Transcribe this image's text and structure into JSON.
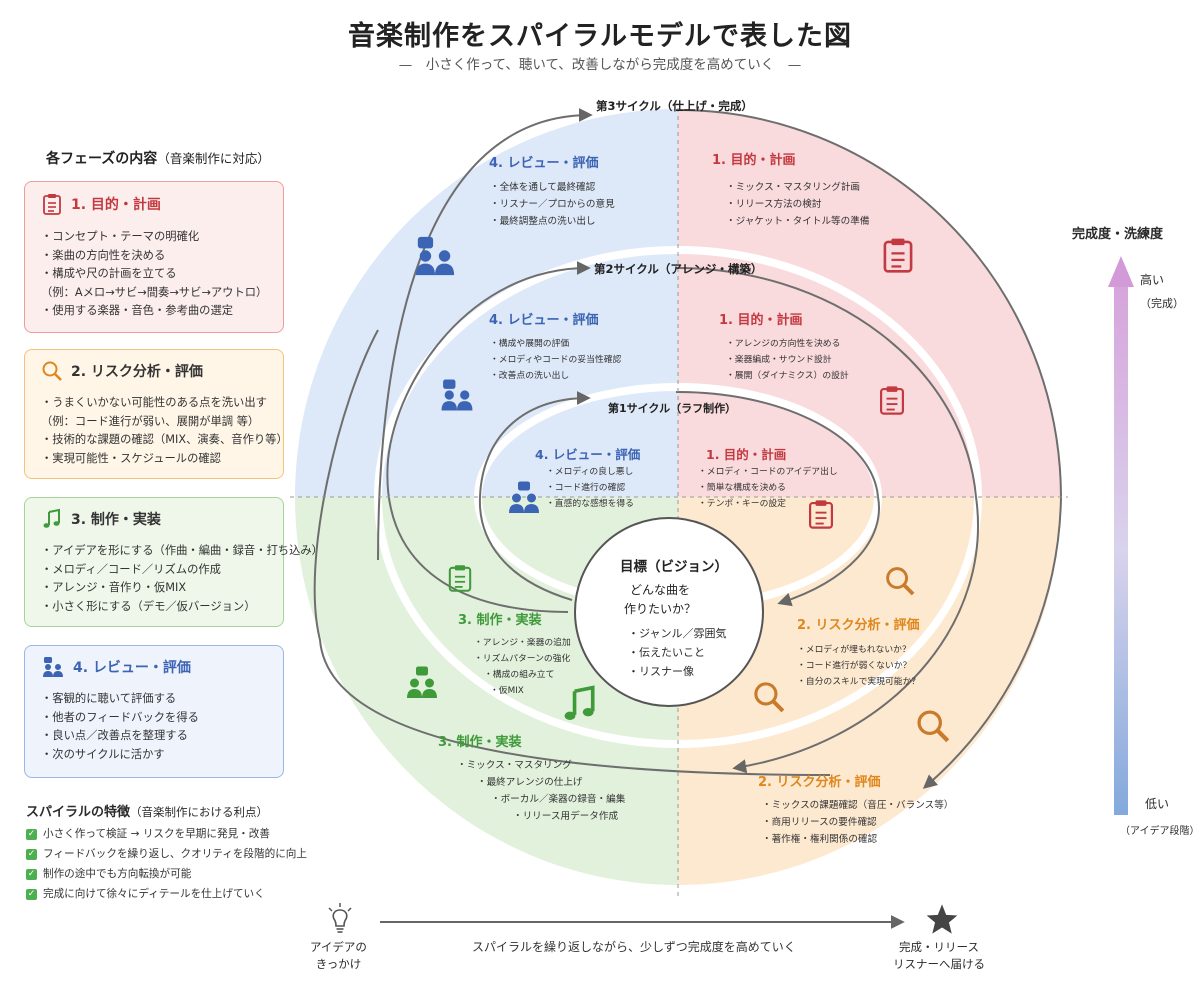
{
  "title": "音楽制作をスパイラルモデルで表した図",
  "subtitle": "—　小さく作って、聴いて、改善しながら完成度を高めていく　—",
  "phase_panel": {
    "title": "各フェーズの内容",
    "note": "（音楽制作に対応）",
    "cards": [
      {
        "title": "1. 目的・計画",
        "icon": "clipboard-icon",
        "items": [
          "・コンセプト・テーマの明確化",
          "・楽曲の方向性を決める",
          "・構成や尺の計画を立てる",
          "（例：Aメロ→サビ→間奏→サビ→アウトロ）",
          "・使用する楽器・音色・参考曲の選定"
        ]
      },
      {
        "title": "2. リスク分析・評価",
        "icon": "magnifier-icon",
        "items": [
          "・うまくいかない可能性のある点を洗い出す",
          "（例：コード進行が弱い、展開が単調 等）",
          "・技術的な課題の確認（MIX、演奏、音作り等）",
          "・実現可能性・スケジュールの確認"
        ]
      },
      {
        "title": "3. 制作・実装",
        "icon": "music-note-icon",
        "items": [
          "・アイデアを形にする（作曲・編曲・録音・打ち込み）",
          "・メロディ／コード／リズムの作成",
          "・アレンジ・音作り・仮MIX",
          "・小さく形にする（デモ／仮バージョン）"
        ]
      },
      {
        "title": "4. レビュー・評価",
        "icon": "people-icon",
        "items": [
          "・客観的に聴いて評価する",
          "・他者のフィードバックを得る",
          "・良い点／改善点を整理する",
          "・次のサイクルに活かす"
        ]
      }
    ]
  },
  "features": {
    "title": "スパイラルの特徴",
    "note": "（音楽制作における利点）",
    "items": [
      "小さく作って検証 → リスクを早期に発見・改善",
      "フィードバックを繰り返し、クオリティを段階的に向上",
      "制作の途中でも方向転換が可能",
      "完成に向けて徐々にディテールを仕上げていく"
    ]
  },
  "cycles": {
    "cycle3": "第3サイクル（仕上げ・完成）",
    "cycle2": "第2サイクル（アレンジ・構築）",
    "cycle1": "第1サイクル（ラフ制作）"
  },
  "outer": {
    "review": {
      "title": "4. レビュー・評価",
      "items": [
        "・全体を通して最終確認",
        "・リスナー／プロからの意見",
        "・最終調整点の洗い出し"
      ]
    },
    "plan": {
      "title": "1. 目的・計画",
      "items": [
        "・ミックス・マスタリング計画",
        "・リリース方法の検討",
        "・ジャケット・タイトル等の準備"
      ]
    },
    "build": {
      "title": "3. 制作・実装",
      "items": [
        "・ミックス・マスタリング",
        "・最終アレンジの仕上げ",
        "・ボーカル／楽器の録音・編集",
        "・リリース用データ作成"
      ]
    },
    "risk": {
      "title": "2. リスク分析・評価",
      "items": [
        "・ミックスの課題確認（音圧・バランス等）",
        "・商用リリースの要件確認",
        "・著作権・権利関係の確認"
      ]
    }
  },
  "middle": {
    "review": {
      "title": "4. レビュー・評価",
      "items": [
        "・構成や展開の評価",
        "・メロディやコードの妥当性確認",
        "・改善点の洗い出し"
      ]
    },
    "plan": {
      "title": "1. 目的・計画",
      "items": [
        "・アレンジの方向性を決める",
        "・楽器編成・サウンド設計",
        "・展開（ダイナミクス）の設計"
      ]
    },
    "build": {
      "title": "3. 制作・実装",
      "items": [
        "・アレンジ・楽器の追加",
        "・リズムパターンの強化",
        "・構成の組み立て",
        "・仮MIX"
      ]
    },
    "risk": {
      "title": "2. リスク分析・評価",
      "items": [
        "・メロディが埋もれないか？",
        "・コード進行が弱くないか？",
        "・自分のスキルで実現可能か？"
      ]
    }
  },
  "inner": {
    "review": {
      "title": "4. レビュー・評価",
      "items": [
        "・メロディの良し悪し",
        "・コード進行の確認",
        "・直感的な感想を得る"
      ]
    },
    "plan": {
      "title": "1. 目的・計画",
      "items": [
        "・メロディ・コードのアイデア出し",
        "・簡単な構成を決める",
        "・テンポ・キーの設定"
      ]
    }
  },
  "goal": {
    "title": "目標（ビジョン）",
    "question_1": "どんな曲を",
    "question_2": "作りたいか？",
    "items": [
      "・ジャンル／雰囲気",
      "・伝えたいこと",
      "・リスナー像"
    ]
  },
  "scale": {
    "title": "完成度・洗練度",
    "high": "高い",
    "high_note": "（完成）",
    "low": "低い",
    "low_note": "（アイデア段階）"
  },
  "bottom": {
    "idea_1": "アイデアの",
    "idea_2": "きっかけ",
    "arrow_text": "スパイラルを繰り返しながら、少しずつ完成度を高めていく",
    "release_1": "完成・リリース",
    "release_2": "リスナーへ届ける"
  },
  "colors": {
    "plan": "#c2393f",
    "risk": "#e0861c",
    "build": "#3f9a3a",
    "review": "#3c64b4",
    "plan_bg": "#f9dadd",
    "risk_bg": "#fde9cf",
    "build_bg": "#e2f1dc",
    "review_bg": "#dde8f8"
  }
}
